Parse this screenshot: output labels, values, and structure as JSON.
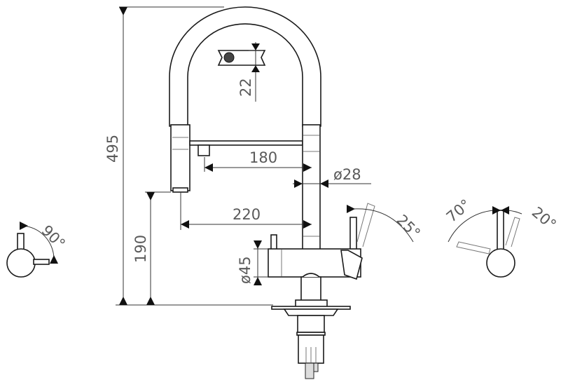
{
  "dimensions": {
    "total_height": "495",
    "spout_height": "190",
    "spray_reach": "180",
    "spout_reach": "220",
    "column_diameter": "ø28",
    "body_diameter": "ø45",
    "hose_detail": "22",
    "lever_angle_main": "25°",
    "side_lever_left_angle": "90°",
    "side_lever_forward_angle": "70°",
    "side_lever_back_angle": "20°"
  }
}
